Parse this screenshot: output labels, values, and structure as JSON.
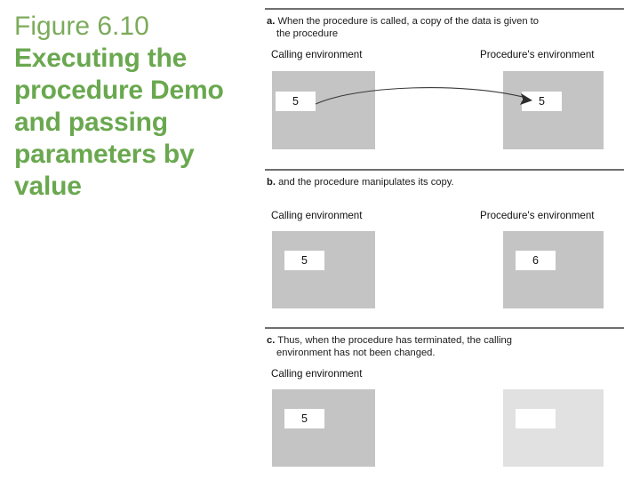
{
  "slide": {
    "figure_number": "Figure 6.10",
    "caption": "Executing the procedure Demo and passing parameters by value",
    "accent_color": "#6aa84f"
  },
  "figure": {
    "env_label_calling": "Calling environment",
    "env_label_procedure": "Procedure's environment",
    "box_color": "#c4c4c4",
    "box_color_faded": "#e1e1e1",
    "sections": [
      {
        "letter": "a.",
        "caption_line1": "When the procedure is called, a copy of the data is given to",
        "caption_line2": "the procedure",
        "left_label": "Calling environment",
        "right_label": "Procedure's environment",
        "left_value": "5",
        "right_value": "5",
        "arrow": "curved-arrow-left-to-right"
      },
      {
        "letter": "b.",
        "caption_line1": "and the procedure manipulates its copy.",
        "caption_line2": "",
        "left_label": "Calling environment",
        "right_label": "Procedure's environment",
        "left_value": "5",
        "right_value": "6",
        "arrow": ""
      },
      {
        "letter": "c.",
        "caption_line1": "Thus, when the procedure has terminated, the calling",
        "caption_line2": "environment has not been changed.",
        "left_label": "Calling environment",
        "right_label": "",
        "left_value": "5",
        "right_value": "",
        "arrow": ""
      }
    ]
  }
}
